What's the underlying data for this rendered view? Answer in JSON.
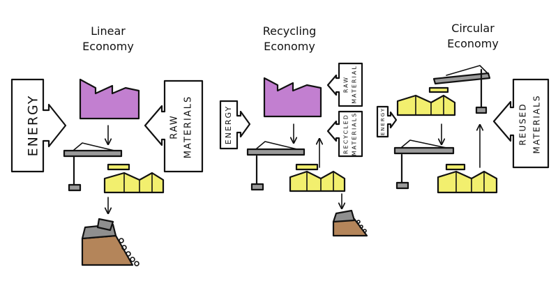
{
  "panels": [
    {
      "title_line1": "Linear",
      "title_line2": "Economy",
      "input_left": "ENERGY",
      "input_right_1": "RAW",
      "input_right_2": "MATERIALS"
    },
    {
      "title_line1": "Recycling",
      "title_line2": "Economy",
      "input_left": "ENERGY",
      "input_right_top_1": "RAW",
      "input_right_top_2": "MATERIAL",
      "input_right_bottom_1": "RECYCLED",
      "input_right_bottom_2": "MATERIALS"
    },
    {
      "title_line1": "Circular",
      "title_line2": "Economy",
      "input_left": "ENERGY",
      "input_right_1": "REUSED",
      "input_right_2": "MATERIALS"
    }
  ],
  "colors": {
    "factory": "#c27fd0",
    "product": "#f2ef6e",
    "machine": "#8d8d8d",
    "landfill": "#b4855a",
    "waste": "#8f8f8f"
  }
}
